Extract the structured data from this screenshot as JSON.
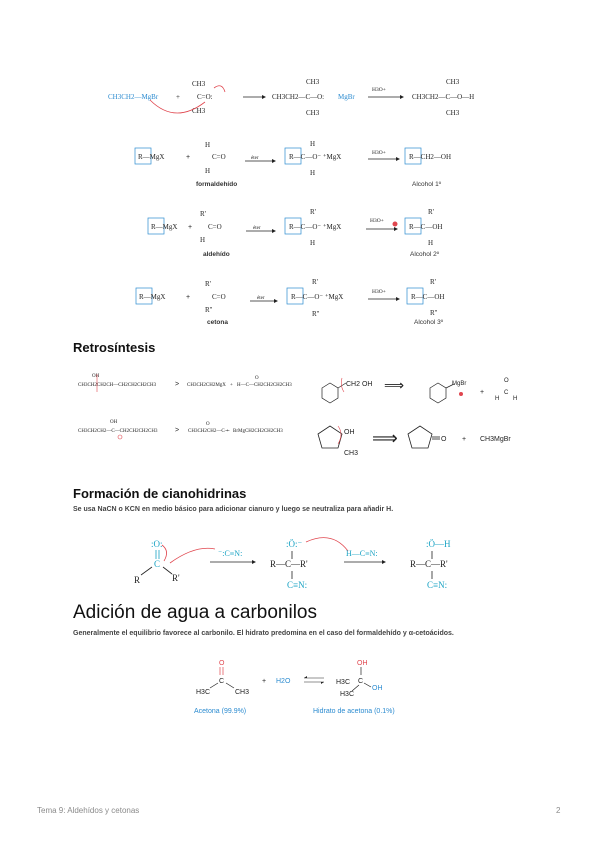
{
  "colors": {
    "accent": "#2b8bd0",
    "cyan": "#1aa3c4",
    "red": "#e0464e",
    "text": "#222222",
    "gray": "#8a8a8a"
  },
  "grignard": {
    "eq1": {
      "reactant": "CH3CH2—MgBr",
      "plus": "+",
      "ketone_top": "CH3",
      "ketone_bottom": "CH3",
      "ketone_c": "C=O:",
      "mid_top": "CH3",
      "mid_chain": "CH3CH2—C—O:",
      "mid_charge": "MgBr",
      "mid_bottom": "CH3",
      "reagent": "H3O+",
      "prod_top": "CH3",
      "prod_chain": "CH3CH2—C—O—H",
      "prod_bottom": "CH3"
    },
    "rows": [
      {
        "reactant": "R—MgX",
        "sub_top": "H",
        "sub_bottom": "H",
        "sub_main": "C=O",
        "arrow_label": "éter",
        "mid_main": "R—C—O⁻ ⁺MgX",
        "mid_top": "H",
        "mid_bottom": "H",
        "reagent": "H3O+",
        "prod_main": "R—CH2—OH",
        "prod_top": "",
        "prod_bottom": "",
        "sub_label": "formaldehído",
        "prod_label": "Alcohol 1º"
      },
      {
        "reactant": "R—MgX",
        "sub_top": "R'",
        "sub_bottom": "H",
        "sub_main": "C=O",
        "arrow_label": "éter",
        "mid_main": "R—C—O⁻ ⁺MgX",
        "mid_top": "R'",
        "mid_bottom": "H",
        "reagent": "H3O+",
        "prod_main": "R—C—OH",
        "prod_top": "R'",
        "prod_bottom": "H",
        "sub_label": "aldehído",
        "prod_label": "Alcohol 2º"
      },
      {
        "reactant": "R—MgX",
        "sub_top": "R'",
        "sub_bottom": "R''",
        "sub_main": "C=O",
        "arrow_label": "éter",
        "mid_main": "R—C—O⁻ ⁺MgX",
        "mid_top": "R'",
        "mid_bottom": "R''",
        "reagent": "H3O+",
        "prod_main": "R—C—OH",
        "prod_top": "R'",
        "prod_bottom": "R''",
        "sub_label": "cetona",
        "prod_label": "Alcohol 3º"
      }
    ]
  },
  "retro": {
    "heading": "Retrosíntesis",
    "left1": "CH3CH2CH2CH—CH2CH2CH2CH3",
    "left1_top": "OH",
    "right1a": "CH3CH2CH2MgX",
    "right1b": "H—C—CH2CH2CH2CH3",
    "right1b_top": "O",
    "left2": "CH3CH2CH2—C—CH2CH2CH2CH3",
    "left2_top": "OH",
    "right2a": "CH3CH2CH2—C—",
    "right2a_top": "O",
    "right2b": "BrMgCH2CH2CH2CH3",
    "plus": "+",
    "benzyl": "CH2 OH",
    "mgbr": "MgBr",
    "formal_o": "O",
    "formal_h1": "H",
    "formal_c": "C",
    "formal_h2": "H",
    "cyclo_oh": "OH",
    "cyclo_ch3": "CH3",
    "cyclo_o": "O",
    "ch3mgbr": "CH3MgBr"
  },
  "cyano": {
    "heading": "Formación de cianohidrinas",
    "text": "Se usa NaCN o KCN en medio básico para adicionar cianuro y luego se neutraliza para añadir H.",
    "o1": ":O:",
    "c1": "C",
    "r1": "R",
    "r1b": "R'",
    "cn_top": "⁻:C≡N:",
    "o2": ":Ö:⁻",
    "chain2": "R—C—R'",
    "cn2": "C≡N:",
    "hcn": "H—C≡N:",
    "o3": ":Ö—H",
    "chain3": "R—C—R'",
    "cn3": "C≡N:"
  },
  "water": {
    "heading": "Adición de agua a carbonilos",
    "text": "Generalmente el equilibrio favorece al carbonilo. El hidrato predomina en el caso del formaldehído y α-cetoácidos.",
    "ket_o": "O",
    "ket_c": "C",
    "ket_h3c": "H3C",
    "ket_ch3": "CH3",
    "plus": "+",
    "h2o": "H2O",
    "hyd_oh1": "OH",
    "hyd_h3c": "H3C",
    "hyd_c": "C",
    "hyd_oh2": "OH",
    "hyd_h3c2": "H3C",
    "label_ket": "Acetona (99.9%)",
    "label_hyd": "Hidrato de acetona (0.1%)"
  },
  "footer": {
    "left": "Tema 9: Aldehídos y cetonas",
    "right": "2"
  }
}
